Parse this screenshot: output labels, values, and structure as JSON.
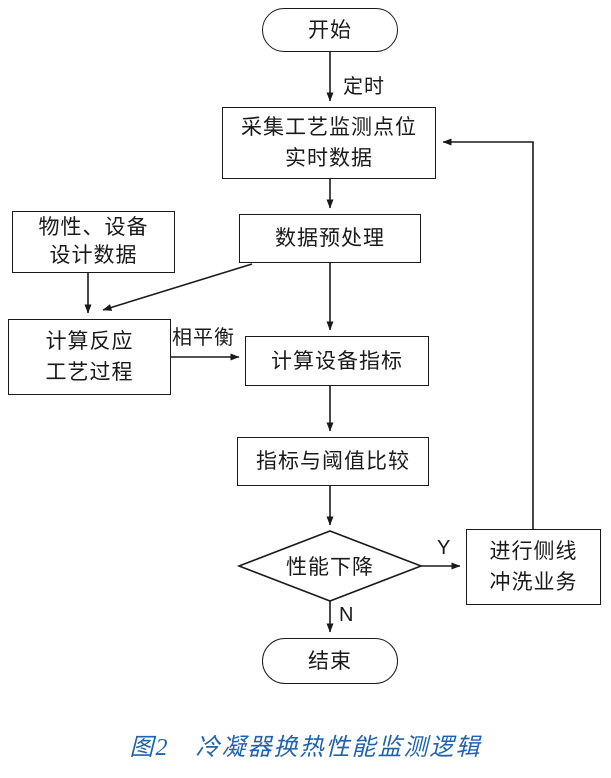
{
  "nodes": {
    "start": {
      "label": "开始"
    },
    "collect": {
      "label": "采集工艺监测点位\n实时数据"
    },
    "preprocess": {
      "label": "数据预处理"
    },
    "design_data": {
      "label": "物性、设备\n设计数据"
    },
    "calc_process": {
      "label": "计算反应\n工艺过程"
    },
    "calc_indicator": {
      "label": "计算设备指标"
    },
    "compare": {
      "label": "指标与阈值比较"
    },
    "decision": {
      "label": "性能下降"
    },
    "flush": {
      "label": "进行侧线\n冲洗业务"
    },
    "end": {
      "label": "结束"
    }
  },
  "edge_labels": {
    "timed": "定时",
    "phase_balance": "相平衡",
    "yes": "Y",
    "no": "N"
  },
  "caption": "图2　冷凝器换热性能监测逻辑",
  "colors": {
    "line": "#1a1a1a",
    "node_background": "#ffffff",
    "caption": "#1f63ae",
    "background": "#ffffff"
  }
}
